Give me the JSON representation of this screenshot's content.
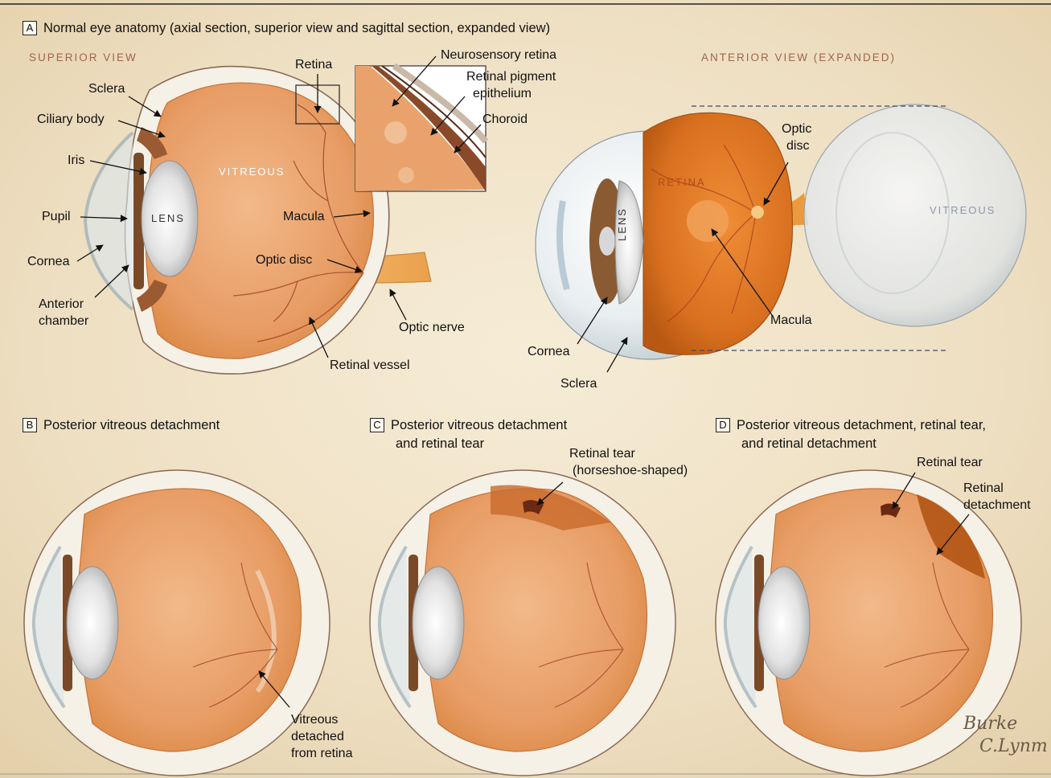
{
  "panels": {
    "a": {
      "letter": "A",
      "title": "Normal eye anatomy (axial section, superior view and sagittal section, expanded view)"
    },
    "b": {
      "letter": "B",
      "title": "Posterior vitreous detachment"
    },
    "c": {
      "letter": "C",
      "title_line1": "Posterior vitreous detachment",
      "title_line2": "and retinal tear"
    },
    "d": {
      "letter": "D",
      "title_line1": "Posterior vitreous detachment, retinal tear,",
      "title_line2": "and retinal detachment"
    }
  },
  "view_titles": {
    "superior": "SUPERIOR VIEW",
    "anterior": "ANTERIOR VIEW (EXPANDED)"
  },
  "superior_labels": {
    "retina": "Retina",
    "sclera": "Sclera",
    "ciliary_body": "Ciliary body",
    "iris": "Iris",
    "pupil": "Pupil",
    "cornea": "Cornea",
    "anterior_chamber_1": "Anterior",
    "anterior_chamber_2": "chamber",
    "vitreous": "VITREOUS",
    "lens": "LENS",
    "macula": "Macula",
    "optic_disc": "Optic disc",
    "optic_nerve": "Optic nerve",
    "retinal_vessel": "Retinal vessel"
  },
  "inset_labels": {
    "neurosensory_retina": "Neurosensory retina",
    "rpe_1": "Retinal pigment",
    "rpe_2": "epithelium",
    "choroid": "Choroid"
  },
  "anterior_labels": {
    "optic_disc_1": "Optic",
    "optic_disc_2": "disc",
    "retina": "RETINA",
    "lens": "LENS",
    "vitreous": "VITREOUS",
    "macula": "Macula",
    "cornea": "Cornea",
    "sclera": "Sclera"
  },
  "panel_b_labels": {
    "line1": "Vitreous",
    "line2": "detached",
    "line3": "from retina"
  },
  "panel_c_labels": {
    "tear_1": "Retinal tear",
    "tear_2": "(horseshoe-shaped)"
  },
  "panel_d_labels": {
    "tear": "Retinal tear",
    "detach_1": "Retinal",
    "detach_2": "detachment"
  },
  "signature": {
    "line1": "Burke",
    "line2": "C.Lynm"
  },
  "colors": {
    "parchment": "#efe2c8",
    "vitreous_fill": "#e9a26b",
    "retina_orange": "#d9803f",
    "sclera": "#f6f1e6",
    "iris_brown": "#7a4a28",
    "vessel": "#9a3b20",
    "lens_grey": "#e3e3e3",
    "arrow": "#111111"
  }
}
